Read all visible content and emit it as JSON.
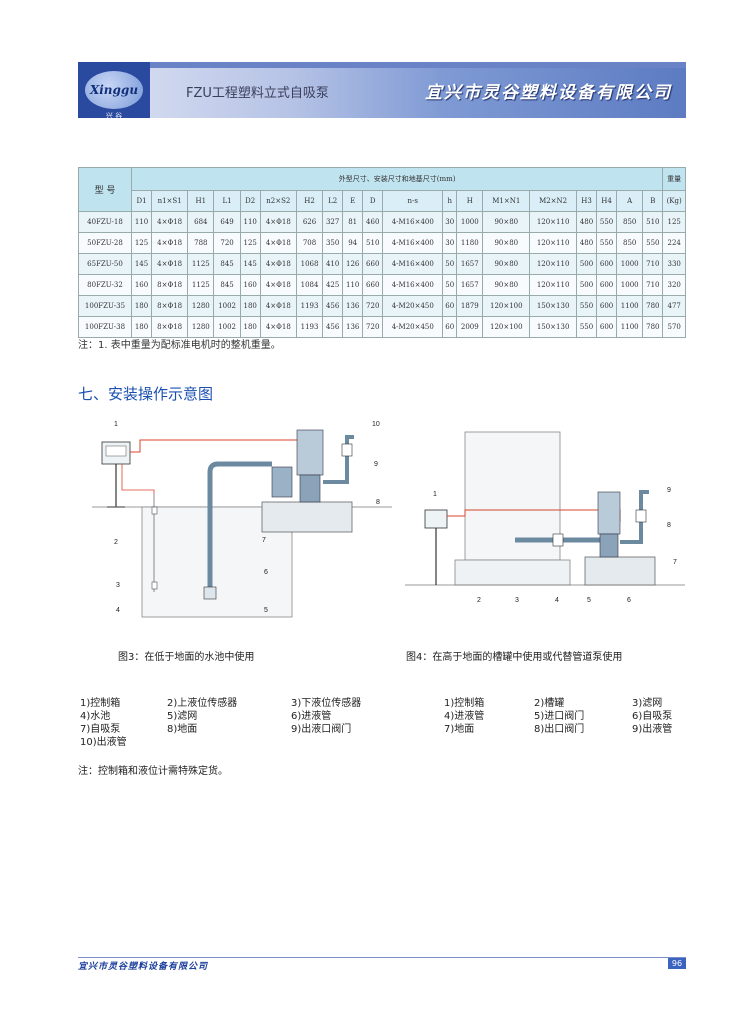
{
  "header": {
    "logo_text": "Xinggu",
    "logo_sub": "兴 谷",
    "title": "FZU工程塑料立式自吸泵",
    "company": "宜兴市灵谷塑料设备有限公司"
  },
  "table": {
    "model_header": "型 号",
    "group_header": "外型尺寸、安装尺寸和地基尺寸(mm)",
    "weight_header": "重量",
    "weight_unit": "(Kg)",
    "columns": [
      "D1",
      "n1×S1",
      "H1",
      "L1",
      "D2",
      "n2×S2",
      "H2",
      "L2",
      "E",
      "D",
      "n-s",
      "h",
      "H",
      "M1×N1",
      "M2×N2",
      "H3",
      "H4",
      "A",
      "B"
    ],
    "rows": [
      [
        "40FZU-18",
        "110",
        "4×Φ18",
        "684",
        "649",
        "110",
        "4×Φ18",
        "626",
        "327",
        "81",
        "460",
        "4-M16×400",
        "30",
        "1000",
        "90×80",
        "120×110",
        "480",
        "550",
        "850",
        "510",
        "125"
      ],
      [
        "50FZU-28",
        "125",
        "4×Φ18",
        "788",
        "720",
        "125",
        "4×Φ18",
        "708",
        "350",
        "94",
        "510",
        "4-M16×400",
        "30",
        "1180",
        "90×80",
        "120×110",
        "480",
        "550",
        "850",
        "550",
        "224"
      ],
      [
        "65FZU-50",
        "145",
        "4×Φ18",
        "1125",
        "845",
        "145",
        "4×Φ18",
        "1068",
        "410",
        "126",
        "660",
        "4-M16×400",
        "50",
        "1657",
        "90×80",
        "120×110",
        "500",
        "600",
        "1000",
        "710",
        "330"
      ],
      [
        "80FZU-32",
        "160",
        "8×Φ18",
        "1125",
        "845",
        "160",
        "4×Φ18",
        "1084",
        "425",
        "110",
        "660",
        "4-M16×400",
        "50",
        "1657",
        "90×80",
        "120×110",
        "500",
        "600",
        "1000",
        "710",
        "320"
      ],
      [
        "100FZU-35",
        "180",
        "8×Φ18",
        "1280",
        "1002",
        "180",
        "4×Φ18",
        "1193",
        "456",
        "136",
        "720",
        "4-M20×450",
        "60",
        "1879",
        "120×100",
        "150×130",
        "550",
        "600",
        "1100",
        "780",
        "477"
      ],
      [
        "100FZU-38",
        "180",
        "8×Φ18",
        "1280",
        "1002",
        "180",
        "4×Φ18",
        "1193",
        "456",
        "136",
        "720",
        "4-M20×450",
        "60",
        "2009",
        "120×100",
        "150×130",
        "550",
        "600",
        "1100",
        "780",
        "570"
      ]
    ]
  },
  "note1": "注：1. 表中重量为配标准电机时的整机重量。",
  "section_title": "七、安装操作示意图",
  "fig3": {
    "caption": "图3：在低于地面的水池中使用",
    "callouts": [
      "1",
      "2",
      "3",
      "4",
      "5",
      "6",
      "7",
      "8",
      "9",
      "10"
    ],
    "legend": [
      [
        "1)控制箱",
        "2)上液位传感器",
        "3)下液位传感器"
      ],
      [
        "4)水池",
        "5)滤网",
        "6)进液管"
      ],
      [
        "7)自吸泵",
        "8)地面",
        "9)出液口阀门"
      ],
      [
        "10)出液管",
        "",
        ""
      ]
    ]
  },
  "fig4": {
    "caption": "图4：在高于地面的槽罐中使用或代替管道泵使用",
    "callouts": [
      "1",
      "2",
      "3",
      "4",
      "5",
      "6",
      "7",
      "8",
      "9"
    ],
    "legend": [
      [
        "1)控制箱",
        "2)槽罐",
        "3)滤网"
      ],
      [
        "4)进液管",
        "5)进口阀门",
        "6)自吸泵"
      ],
      [
        "7)地面",
        "8)出口阀门",
        "9)出液管"
      ]
    ]
  },
  "note2": "注：控制箱和液位计需特殊定货。",
  "footer": {
    "company": "宜兴市灵谷塑料设备有限公司",
    "page": "96"
  },
  "colors": {
    "header_blue": "#5c7bc2",
    "section_blue": "#1a4fb0",
    "table_header": "#bfe3ef",
    "pipe_red": "#d9442a"
  }
}
